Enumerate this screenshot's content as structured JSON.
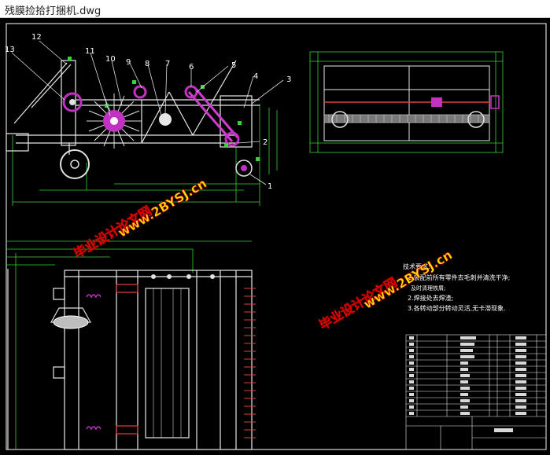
{
  "window": {
    "title": "残膜捡拾打捆机.dwg"
  },
  "drawing": {
    "part_labels": [
      "1",
      "2",
      "3",
      "4",
      "5",
      "6",
      "7",
      "8",
      "9",
      "10",
      "11",
      "12",
      "13"
    ],
    "watermark": {
      "line1": "毕业设计论文网",
      "line2": "www.2BYSJ.cn"
    },
    "tech_requirements": {
      "heading": "技术要求:",
      "items": [
        "1.装配前所有零件去毛刺并清洗干净;",
        "及时清理铁屑;",
        "2.焊接处去焊渣;",
        "3.各转动部分转动灵活,无卡滞现象."
      ]
    }
  }
}
